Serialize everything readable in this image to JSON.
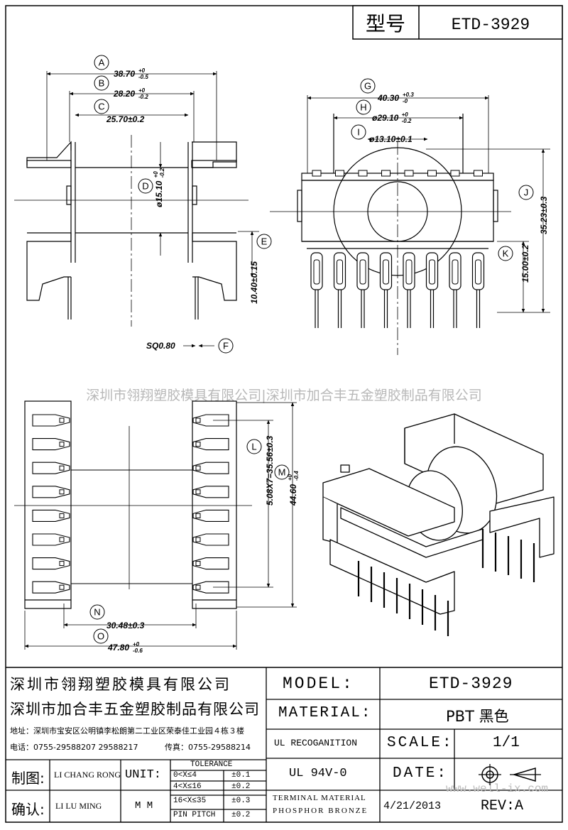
{
  "header": {
    "label": "型号",
    "value": "ETD-3929"
  },
  "dimensions": {
    "A": {
      "label": "A",
      "value": "38.70",
      "tol_upper": "+0",
      "tol_lower": "-0.5"
    },
    "B": {
      "label": "B",
      "value": "28.20",
      "tol_upper": "+0",
      "tol_lower": "-0.2"
    },
    "C": {
      "label": "C",
      "value": "25.70±0.2"
    },
    "D": {
      "label": "D",
      "value": "ø15.10",
      "tol_upper": "+0",
      "tol_lower": "-0.2"
    },
    "E": {
      "label": "E",
      "value": "10.40±0.15"
    },
    "F": {
      "label": "F",
      "value": "SQ0.80"
    },
    "G": {
      "label": "G",
      "value": "40.30",
      "tol_upper": "+0.3",
      "tol_lower": "-0"
    },
    "H": {
      "label": "H",
      "value": "ø29.10",
      "tol_upper": "+0",
      "tol_lower": "-0.2"
    },
    "I": {
      "label": "I",
      "value": "ø13.10±0.1"
    },
    "J": {
      "label": "J",
      "value": "35.23±0.3"
    },
    "K": {
      "label": "K",
      "value": "15.00±0.2"
    },
    "L": {
      "label": "L",
      "value": "5.08X7=35.56±0.3"
    },
    "M": {
      "label": "M",
      "value": "44.60",
      "tol_upper": "+0",
      "tol_lower": "-0.4"
    },
    "N": {
      "label": "N",
      "value": "30.48±0.3"
    },
    "O": {
      "label": "O",
      "value": "47.80",
      "tol_upper": "+0",
      "tol_lower": "-0.6"
    }
  },
  "watermark": {
    "text": "深圳市翎翔塑胶模具有限公司|深圳市加合丰五金塑胶制品有限公司",
    "site": "www.well-ix.com"
  },
  "title_block": {
    "company1": "深圳市翎翔塑胶模具有限公司",
    "company2": "深圳市加合丰五金塑胶制品有限公司",
    "address": "地址：深圳市宝安区公明镇李松朗第二工业区荣泰佳工业园４栋３楼",
    "phone": "电话：0755-29588207  29588217",
    "fax": "传真：0755-29588214",
    "drawn_label": "制图:",
    "drawn_value": "LI CHANG RONG",
    "checked_label": "确认:",
    "checked_value": "LI LU MING",
    "unit_label": "UNIT:",
    "unit_value": "M M",
    "tolerance_title": "TOLERANCE",
    "tolerances": [
      {
        "range": "0<X≤4",
        "tol": "±0.1"
      },
      {
        "range": "4<X≤16",
        "tol": "±0.2"
      },
      {
        "range": "16<X≤35",
        "tol": "±0.3"
      },
      {
        "range": "PIN PITCH",
        "tol": "±0.2"
      }
    ],
    "model_label": "MODEL:",
    "model_value": "ETD-3929",
    "material_label": "MATERIAL:",
    "material_value": "PBT 黑色",
    "ul_label": "UL RECOGANITION",
    "ul_value": "UL 94V-0",
    "terminal_label1": "TERMINAL MATERIAL",
    "terminal_label2": "PHOSPHOR BRONZE",
    "scale_label": "SCALE:",
    "scale_value": "1/1",
    "date_label": "DATE:",
    "date_value": "4/21/2013",
    "rev_label": "REV:A"
  }
}
